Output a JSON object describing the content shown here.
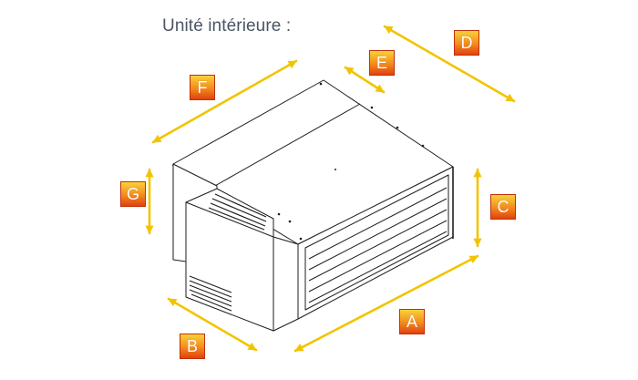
{
  "title": "Unité intérieure :",
  "accent_color": "#f2c400",
  "badge_colors": {
    "top": "#f9d23a",
    "bottom": "#e1420f"
  },
  "labels": {
    "a": "A",
    "b": "B",
    "c": "C",
    "d": "D",
    "e": "E",
    "f": "F",
    "g": "G"
  }
}
